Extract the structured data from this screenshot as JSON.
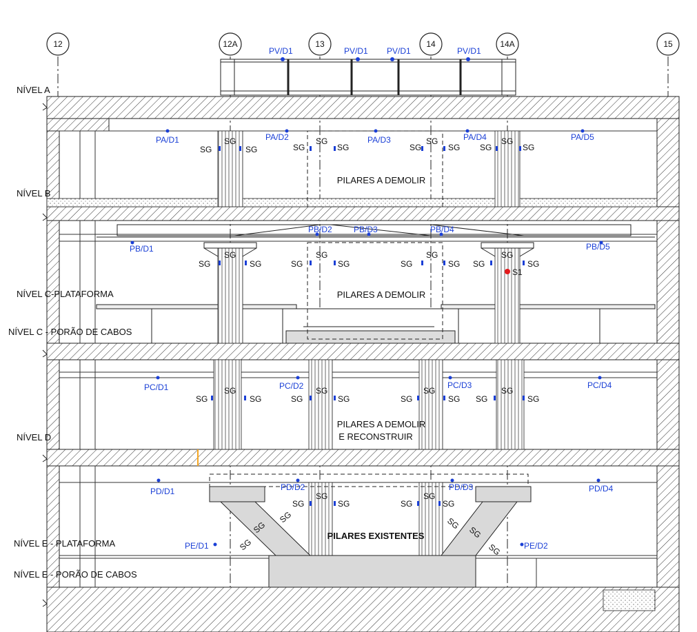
{
  "colors": {
    "line": "#111111",
    "sensor": "#1a3fd6",
    "alert": "#e41a1c",
    "accent": "#f5a623"
  },
  "grid_labels": [
    "12",
    "12A",
    "13",
    "14",
    "14A",
    "15"
  ],
  "levels": [
    "NÍVEL A",
    "NÍVEL B",
    "NÍVEL C-PLATAFORMA",
    "NÍVEL C - PORÃO DE CABOS",
    "NÍVEL D",
    "NÍVEL E - PLATAFORMA",
    "NÍVEL E - PORÃO DE CABOS"
  ],
  "notes": {
    "demolir_b": "PILARES A DEMOLIR",
    "demolir_c": "PILARES A DEMOLIR",
    "demolir_d1": "PILARES A DEMOLIR",
    "demolir_d2": "E RECONSTRUIR",
    "existentes": "PILARES EXISTENTES"
  },
  "sensors": [
    "PV/D1",
    "PV/D1",
    "PV/D1",
    "PV/D1",
    "PA/D1",
    "PA/D2",
    "PA/D3",
    "PA/D4",
    "PA/D5",
    "PB/D1",
    "PB/D2",
    "PB/D3",
    "PB/D4",
    "PB/D5",
    "PC/D1",
    "PC/D2",
    "PC/D3",
    "PC/D4",
    "PD/D1",
    "PD/D2",
    "PD/D3",
    "PD/D4",
    "PE/D1",
    "PE/D2"
  ],
  "strain_gauge_label": "SG",
  "special_label": "S1"
}
